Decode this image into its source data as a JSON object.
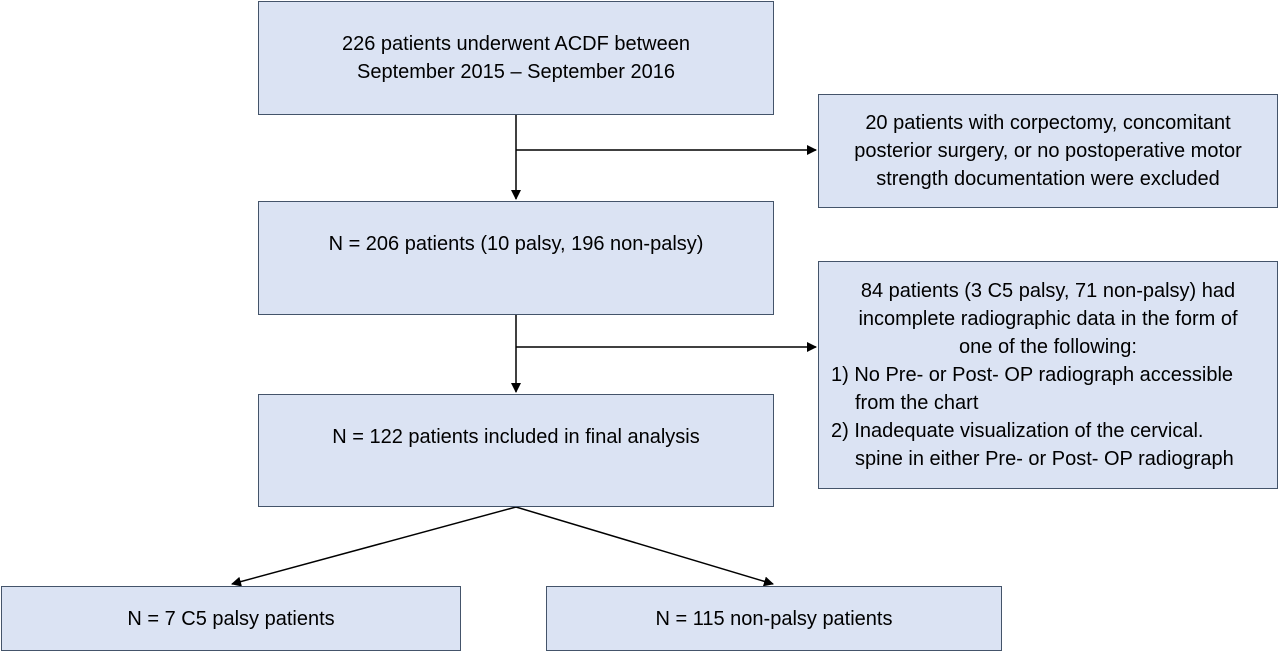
{
  "colors": {
    "box_fill": "#dbe3f3",
    "box_border": "#44546a",
    "arrow": "#000000"
  },
  "nodes": {
    "start": {
      "lines": [
        "226 patients underwent ACDF between",
        "September 2015 – September 2016"
      ]
    },
    "exclusion1": {
      "lines": [
        "20 patients with corpectomy,  concomitant",
        "posterior surgery, or no postoperative motor",
        "strength documentation were excluded"
      ]
    },
    "cohort": {
      "lines": [
        "N = 206 patients (10 palsy, 196 non-palsy)"
      ]
    },
    "exclusion2": {
      "lines": [
        "84 patients (3 C5 palsy, 71 non-palsy) had",
        "incomplete radiographic data in the form of",
        "one of the following:"
      ],
      "items": [
        {
          "first": "1) No Pre- or Post- OP radiograph accessible",
          "rest": "from the chart"
        },
        {
          "first": "2) Inadequate visualization of the cervical.",
          "rest": "spine in either Pre- or Post- OP radiograph"
        }
      ]
    },
    "final": {
      "lines": [
        "N = 122 patients included in final analysis"
      ]
    },
    "palsy": {
      "lines": [
        "N = 7 C5 palsy patients"
      ]
    },
    "nonpalsy": {
      "lines": [
        "N = 115 non-palsy patients"
      ]
    }
  }
}
